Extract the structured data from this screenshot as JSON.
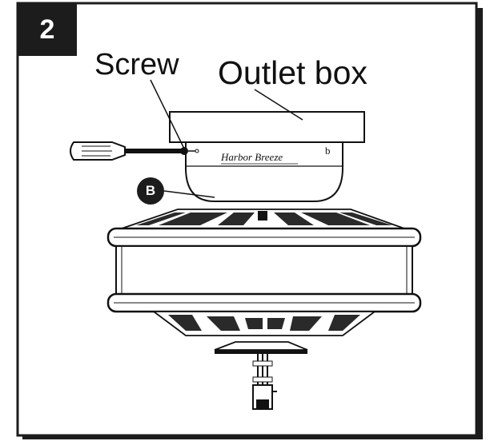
{
  "step": {
    "number": "2"
  },
  "labels": {
    "screw": "Screw",
    "outlet_box": "Outlet box",
    "part_b": "B"
  },
  "brand": {
    "logo_text": "Harbor Breeze",
    "mark": "b"
  },
  "colors": {
    "ink": "#1c1c1c",
    "background": "#ffffff"
  }
}
